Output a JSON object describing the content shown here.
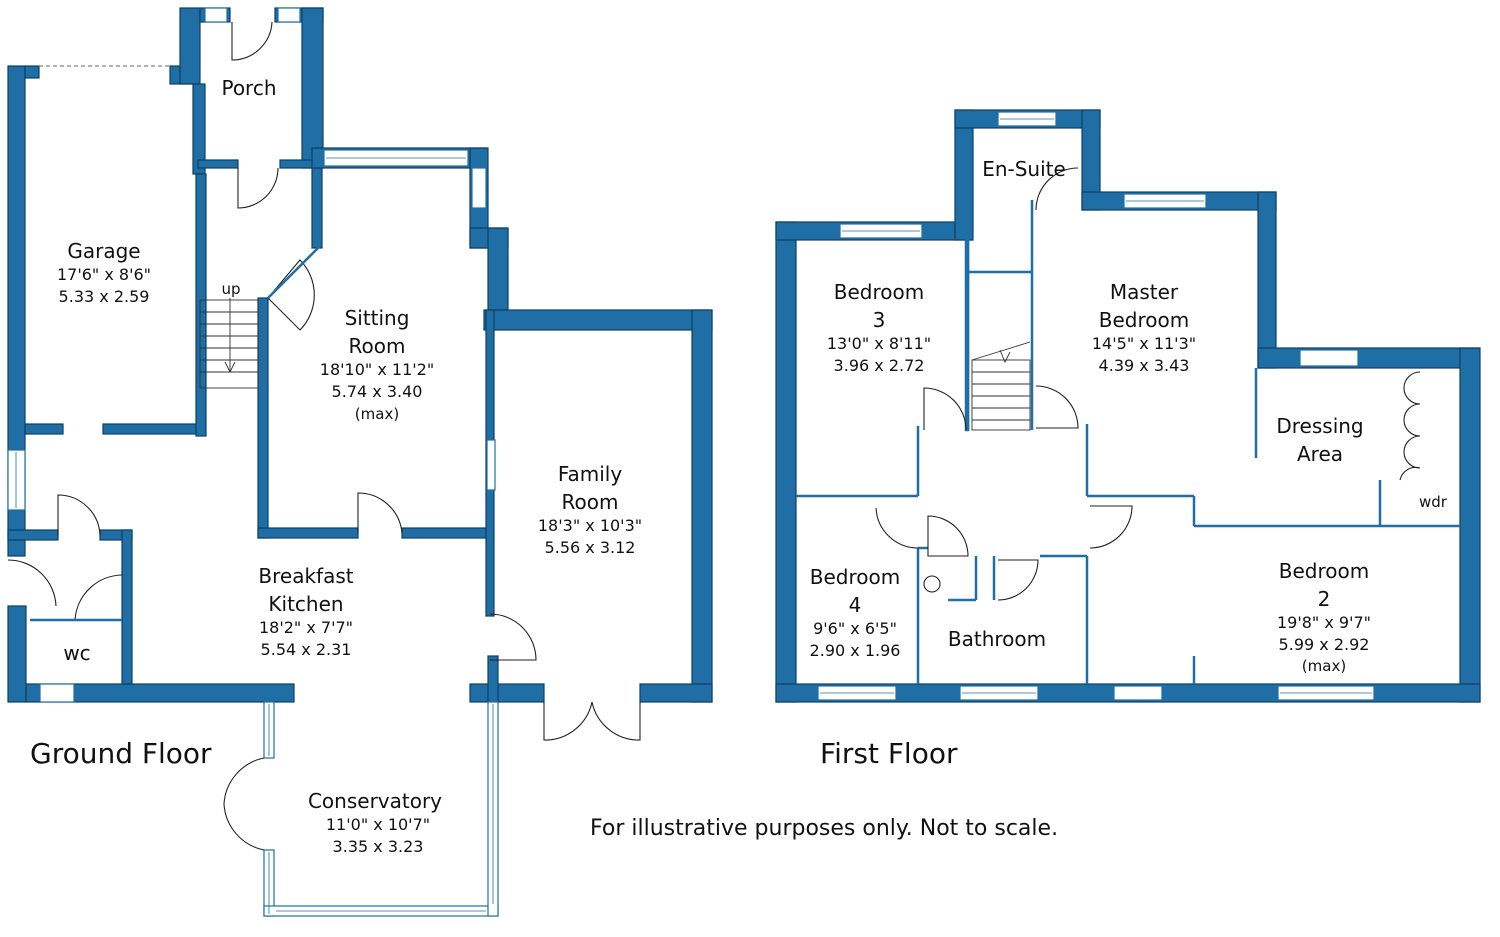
{
  "floors": {
    "ground": {
      "title": "Ground Floor",
      "rooms": {
        "porch": {
          "name": "Porch"
        },
        "garage": {
          "name": "Garage",
          "imperial": "17'6\"  x  8'6\"",
          "metric": "5.33  x  2.59"
        },
        "sitting": {
          "name1": "Sitting",
          "name2": "Room",
          "imperial": "18'10\" x 11'2\"",
          "metric": "5.74  x  3.40",
          "note": "(max)"
        },
        "family": {
          "name1": "Family",
          "name2": "Room",
          "imperial": "18'3\"  x  10'3\"",
          "metric": "5.56  x  3.12"
        },
        "kitchen": {
          "name1": "Breakfast",
          "name2": "Kitchen",
          "imperial": "18'2\"  x  7'7\"",
          "metric": "5.54  x  2.31"
        },
        "wc": {
          "name": "wc"
        },
        "conservatory": {
          "name": "Conservatory",
          "imperial": "11'0\"  x  10'7\"",
          "metric": "3.35  x  3.23"
        }
      },
      "stairs_label": "up"
    },
    "first": {
      "title": "First Floor",
      "rooms": {
        "ensuite": {
          "name": "En-Suite"
        },
        "bed3": {
          "name1": "Bedroom",
          "name2": "3",
          "imperial": "13'0\"  x  8'11\"",
          "metric": "3.96  x  2.72"
        },
        "master": {
          "name1": "Master",
          "name2": "Bedroom",
          "imperial": "14'5\"  x  11'3\"",
          "metric": "4.39  x  3.43"
        },
        "dressing": {
          "name1": "Dressing",
          "name2": "Area",
          "wardrobe": "wdr"
        },
        "bed4": {
          "name1": "Bedroom",
          "name2": "4",
          "imperial": "9'6\"  x  6'5\"",
          "metric": "2.90  x  1.96"
        },
        "bathroom": {
          "name": "Bathroom"
        },
        "bed2": {
          "name1": "Bedroom",
          "name2": "2",
          "imperial": "19'8\"  x  9'7\"",
          "metric": "5.99  x  2.92",
          "note": "(max)"
        }
      }
    }
  },
  "disclaimer": "For illustrative purposes only. Not to scale.",
  "colors": {
    "wall": "#1f6ea6",
    "wall_dark": "#0e3f63",
    "text": "#111111"
  }
}
